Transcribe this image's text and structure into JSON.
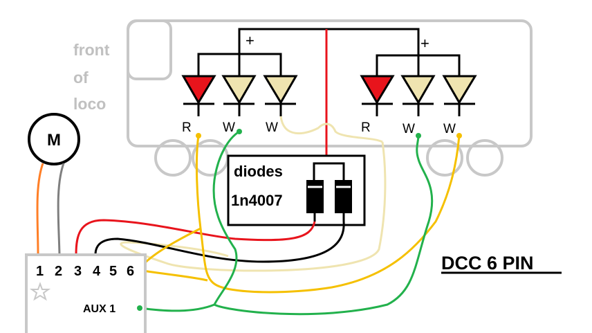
{
  "front_label": [
    "front",
    "of",
    "loco"
  ],
  "motor_label": "M",
  "diodes_label": "diodes",
  "diode_part": "1n4007",
  "dcc_title": "DCC 6 PIN",
  "plus_signs": [
    "+",
    "+"
  ],
  "led_groups": [
    {
      "leds": [
        {
          "label": "R",
          "color": "red"
        },
        {
          "label": "W",
          "color": "white"
        },
        {
          "label": "W",
          "color": "white"
        }
      ]
    },
    {
      "leds": [
        {
          "label": "R",
          "color": "red"
        },
        {
          "label": "W",
          "color": "white"
        },
        {
          "label": "W",
          "color": "white"
        }
      ]
    }
  ],
  "pins": [
    "1",
    "2",
    "3",
    "4",
    "5",
    "6"
  ],
  "aux_label": "AUX 1",
  "colors": {
    "body_outline": "#c8c8c8",
    "front_text": "#c0c0c0",
    "led_red": "#e8141c",
    "led_white": "#efe4b0",
    "wire_red": "#e8141c",
    "wire_black": "#000000",
    "wire_yellow": "#f5c000",
    "wire_green": "#22b14c",
    "wire_beige": "#efe4b0",
    "wire_orange": "#ff7f27",
    "wire_gray": "#7f7f7f"
  }
}
